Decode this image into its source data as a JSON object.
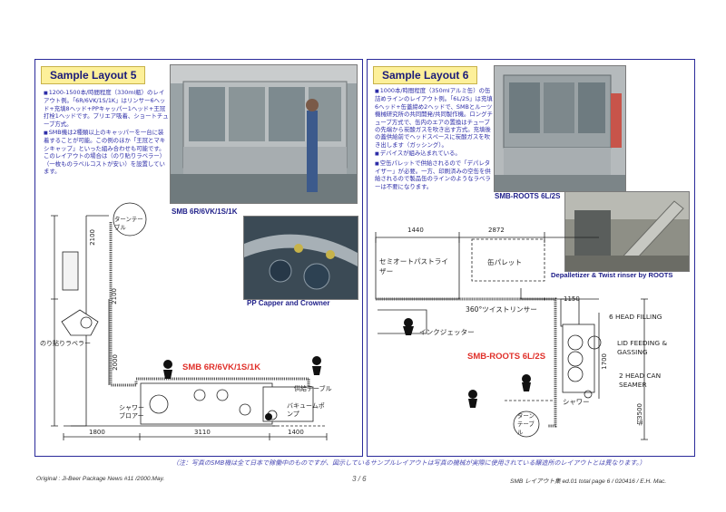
{
  "layout5": {
    "badge": "Sample Layout 5",
    "bullets": [
      "1200-1500本/時間程度（330ml瓶）のレイアウト例。「6R/6VK/1S/1K」はリンサー6ヘッド+充填8ヘッド+PPキャッパー1ヘッド+王冠打栓1ヘッドです。プリエア吸着、ショートチューブ方式。",
      "SMB機は2種類以上のキャッパーを一台に装着することが可能。この例のほか「王冠とマキシキャップ」といった組み合わせも可能です。このレイアウトの場合は（のり貼りラベラー）（一枚ものラベルコストが安い）を設置しています。"
    ],
    "photo_caption": "SMB 6R/6VK/1S/1K",
    "inset_caption": "PP Capper and Crowner",
    "machine_label": "SMB 6R/6VK/1S/1K",
    "turn_table": "ターンテーブル",
    "labeler": "のり貼りラベラー",
    "shower_blower": "シャワーブロアー",
    "vacuum_pump": "バキュームポンプ",
    "supply_table": "供給テーブル",
    "dims": {
      "d2100": "2100",
      "d2000": "2000",
      "d1800": "1800",
      "d3110": "3110",
      "d1400": "1400"
    }
  },
  "layout6": {
    "badge": "Sample Layout 6",
    "bullets": [
      "1000本/時間程度（350mlアルミ缶）の缶詰めラインのレイアウト例。「6L/2S」は充填6ヘッド+缶蓋締め2ヘッドで、SMBとルーツ機械研究所の共同開発/共同製作機。ロングチューブ方式で、缶内のエアの置換はチューブの先端から炭酸ガスを吹き出す方式。充填後の蓋供給前でヘッドスペースに炭酸ガスを吹き出します（ガッシング）。",
      "デバイスが組み込まれている。",
      "空缶パレットで供給されるので「デパレタイザー」が必要。一方、印刷済みの空缶を供給されるので製品缶のラインのようなラベラーは不要になります。"
    ],
    "photo_caption": "SMB-ROOTS 6L/2S",
    "inset_caption": "Depalletizer & Twist rinser by ROOTS",
    "machine_label": "SMB-ROOTS 6L/2S",
    "pasteurizer": "セミオートパストライザー",
    "can_pallet": "缶パレット",
    "twist_rinser": "360°ツイストリンサー",
    "inkjet": "インクジェッター",
    "head_filling": "6 HEAD  FILLING",
    "lid_feeding": "LID FEEDING & GASSING",
    "can_seamer": "2 HEAD CAN SEAMER",
    "shower": "シャワー",
    "turn_table": "ターンテーブル",
    "dims": {
      "d1440": "1440",
      "d2872": "2872",
      "d1150": "1150",
      "d1700": "1700",
      "d3500": "約3500"
    }
  },
  "footer": {
    "note": "（注：写真のSMB機は全て日本で稼働中のものですが、図示しているサンプルレイアウトは写真の機械が実際に使用されている醸造所のレイアウトとは異なります。）",
    "left": "Original : Ji-Beer Package News #11 /2000.May.",
    "page": "3 / 6",
    "right": "SMB レイアウト集 ed.01 total page 6 / 020416 / E.H. Mac."
  }
}
